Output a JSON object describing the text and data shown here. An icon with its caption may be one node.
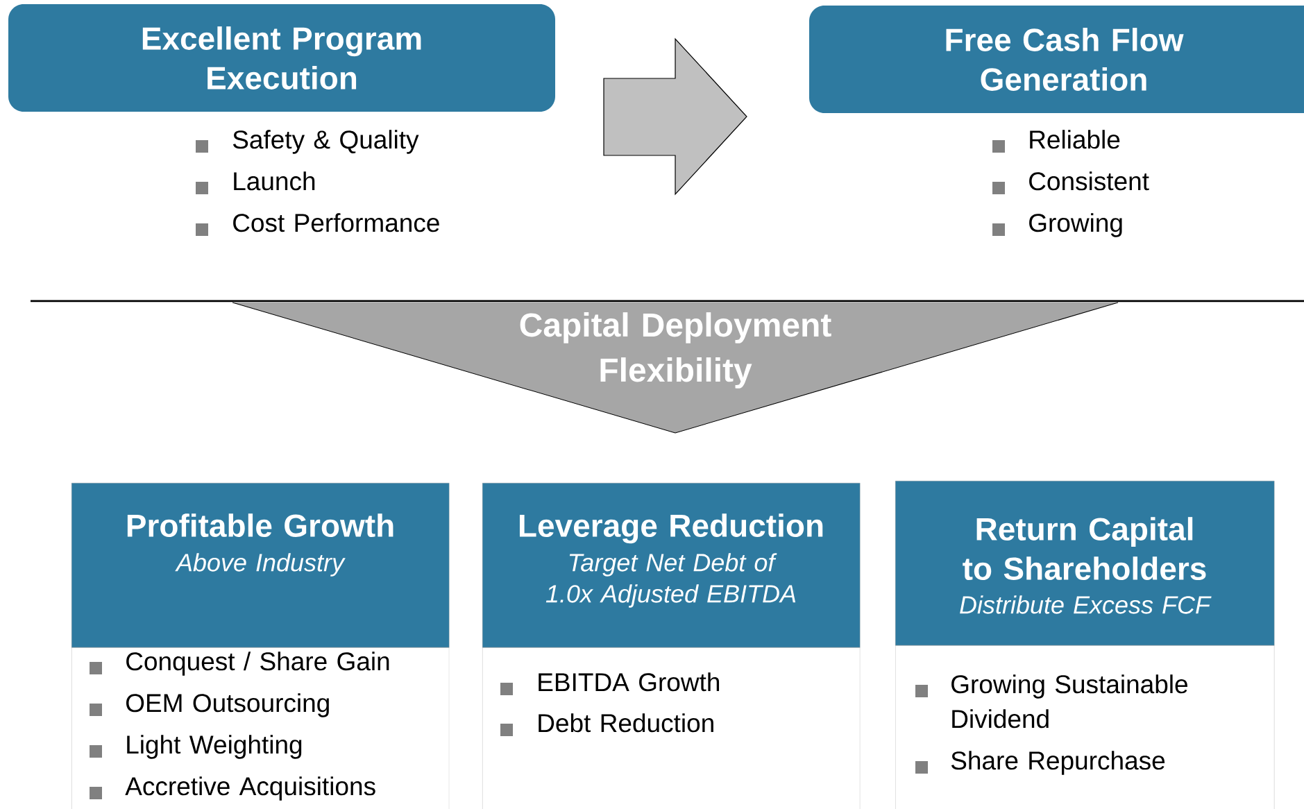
{
  "diagram": {
    "nodes": [
      {
        "text": [
          "Excellent Program Execution"
        ],
        "beside": [
          "Safety & Quality",
          "Launch",
          "Cost Performance"
        ]
      },
      {
        "text": [
          "Free Cash Flow Generation"
        ],
        "beside": [
          "Reliable",
          "Consistent",
          "Growing"
        ]
      },
      {
        "text": [
          "Capital Deployment Flexibility"
        ]
      },
      {
        "text": [
          "Profitable Growth",
          "Above Industry"
        ]
      },
      {
        "text": [
          "Conquest / Share Gain",
          "OEM Outsourcing",
          "Light Weighting",
          "Accretive Acquisitions"
        ]
      },
      {
        "text": [
          "Leverage Reduction",
          "Target Net Debt of 1.0x Adjusted EBITDA"
        ]
      },
      {
        "text": [
          "EBITDA Growth",
          "Debt Reduction"
        ]
      },
      {
        "text": [
          "Return Capital to Shareholders",
          "Distribute Excess FCF"
        ]
      },
      {
        "text": [
          "Growing Sustainable Dividend",
          "Share Repurchase"
        ]
      }
    ],
    "edges": [
      {
        "from": 0,
        "to": 1,
        "arrow": "to"
      }
    ]
  }
}
